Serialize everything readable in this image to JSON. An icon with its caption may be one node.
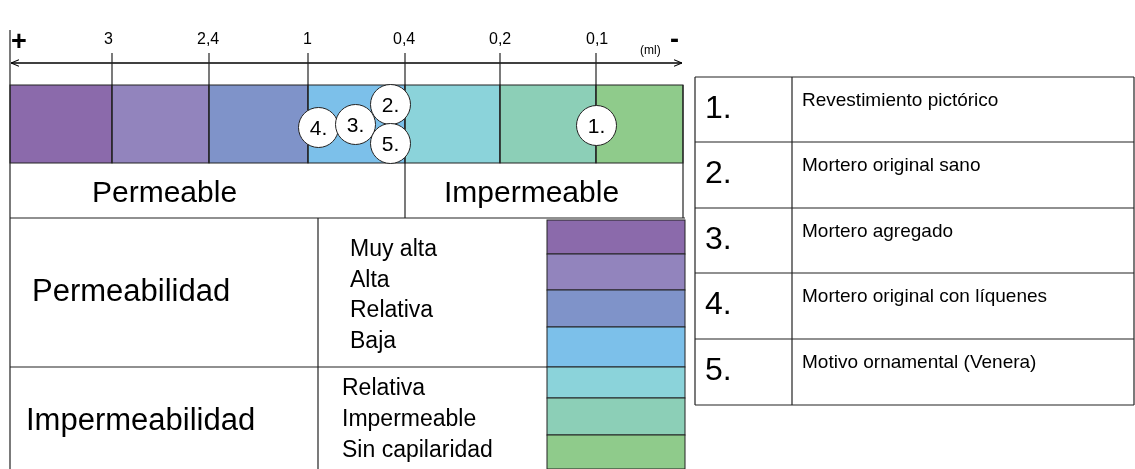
{
  "diagram": {
    "nodes": [
      {
        "text": [
          "2."
        ]
      },
      {
        "text": [
          "4."
        ]
      },
      {
        "text": [
          "3."
        ]
      },
      {
        "text": [
          "5."
        ]
      },
      {
        "text": [
          "1."
        ]
      }
    ],
    "labels": [
      "+",
      "3",
      "2,4",
      "1",
      "0,4",
      "0,2",
      "0,1",
      "-",
      "(ml)",
      "Permeable",
      "Impermeable",
      "Permeabilidad",
      "Impermeabilidad",
      "1.",
      "Revestimiento pictórico",
      "2.",
      "Mortero original sano",
      "3.",
      "Mortero agregado",
      "4.",
      "Mortero original con líquenes",
      "5.",
      "Motivo ornamental (Venera)"
    ],
    "legend": [
      {
        "text": "Muy alta",
        "color": "#8b6aab"
      },
      {
        "text": "Alta",
        "color": "#9284bd"
      },
      {
        "text": "Relativa",
        "color": "#7f93c9"
      },
      {
        "text": "Baja",
        "color": "#7cc0ea"
      },
      {
        "text": "Relativa",
        "color": "#8bd3da"
      },
      {
        "text": "Impermeable",
        "color": "#8ccfb7"
      },
      {
        "text": "Sin capilaridad",
        "color": "#8fcb8b"
      }
    ]
  }
}
